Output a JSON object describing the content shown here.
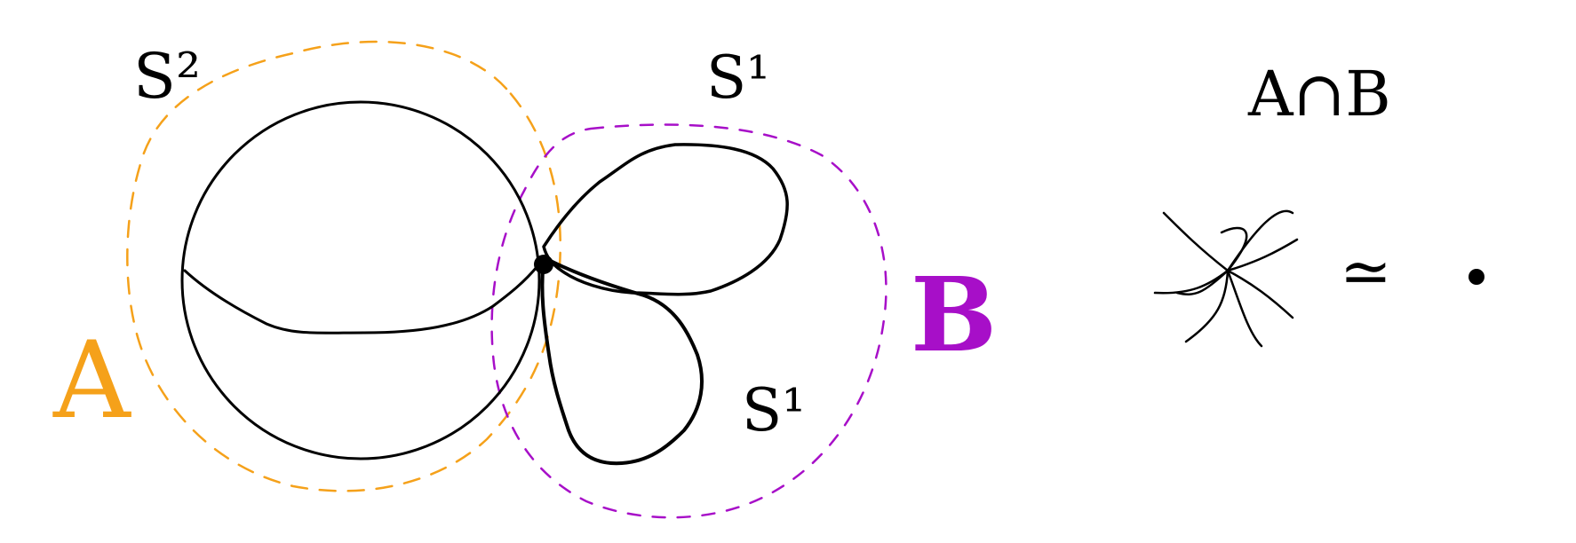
{
  "diagram": {
    "labels": {
      "sphere": "S²",
      "circle_top": "S¹",
      "circle_bottom": "S¹",
      "set_a": "A",
      "set_b": "B",
      "intersection": "A∩B",
      "equivalence": "≃"
    },
    "colors": {
      "ink": "#000000",
      "set_a": "#f5a11a",
      "set_b": "#a70fc8",
      "background": "#ffffff"
    },
    "icons": {
      "intersection_shape": "star-icon",
      "contractible_point": "point-icon"
    }
  }
}
